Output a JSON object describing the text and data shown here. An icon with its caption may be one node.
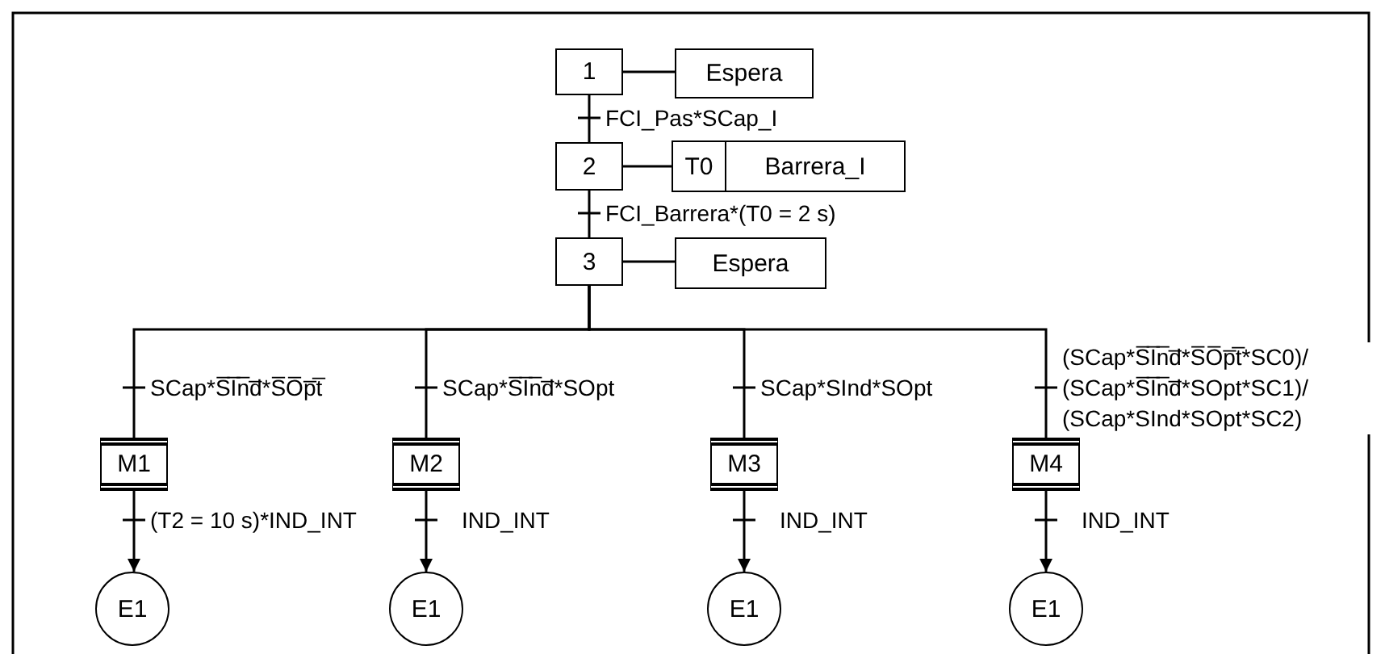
{
  "diagram": {
    "nodes": [
      {
        "text": [
          "1"
        ]
      },
      {
        "text": [
          "Espera"
        ]
      },
      {
        "text": [
          "2"
        ]
      },
      {
        "text": [
          "T0",
          "Barrera_I"
        ]
      },
      {
        "text": [
          "3"
        ]
      },
      {
        "text": [
          "Espera"
        ]
      },
      {
        "text": [
          "M1"
        ]
      },
      {
        "text": [
          "M2"
        ]
      },
      {
        "text": [
          "M3"
        ]
      },
      {
        "text": [
          "M4"
        ]
      },
      {
        "text": [
          "E1"
        ]
      },
      {
        "text": [
          "E1"
        ]
      },
      {
        "text": [
          "E1"
        ]
      },
      {
        "text": [
          "E1"
        ]
      }
    ],
    "edges": [
      {
        "from": 0,
        "to": 1,
        "arrow": "none"
      },
      {
        "from": 0,
        "to": 2,
        "arrow": "none",
        "label": "FCI_Pas*SCap_I"
      },
      {
        "from": 2,
        "to": 3,
        "arrow": "none"
      },
      {
        "from": 2,
        "to": 4,
        "arrow": "none",
        "label": "FCI_Barrera*(T0 = 2 s)"
      },
      {
        "from": 4,
        "to": 5,
        "arrow": "none"
      },
      {
        "from": 4,
        "to": 6,
        "arrow": "none",
        "label": "SCap*S̅I̅n̅d̅*S̅O̅p̅t̅"
      },
      {
        "from": 4,
        "to": 7,
        "arrow": "none",
        "label": "SCap*S̅I̅n̅d̅*SOpt"
      },
      {
        "from": 4,
        "to": 8,
        "arrow": "none",
        "label": "SCap*SInd*SOpt"
      },
      {
        "from": 4,
        "to": 9,
        "arrow": "none",
        "label": "(SCap*S̅I̅n̅d̅*S̅O̅p̅t̅*SC0)/ (SCap*S̅I̅n̅d̅*SOpt*SC1)/ (SCap*SInd*SOpt*SC2)"
      },
      {
        "from": 6,
        "to": 10,
        "arrow": "to",
        "label": "(T2 = 10 s)*IND_INT"
      },
      {
        "from": 7,
        "to": 11,
        "arrow": "to",
        "label": "IND_INT"
      },
      {
        "from": 8,
        "to": 12,
        "arrow": "to",
        "label": "IND_INT"
      },
      {
        "from": 9,
        "to": 13,
        "arrow": "to",
        "label": "IND_INT"
      }
    ]
  }
}
